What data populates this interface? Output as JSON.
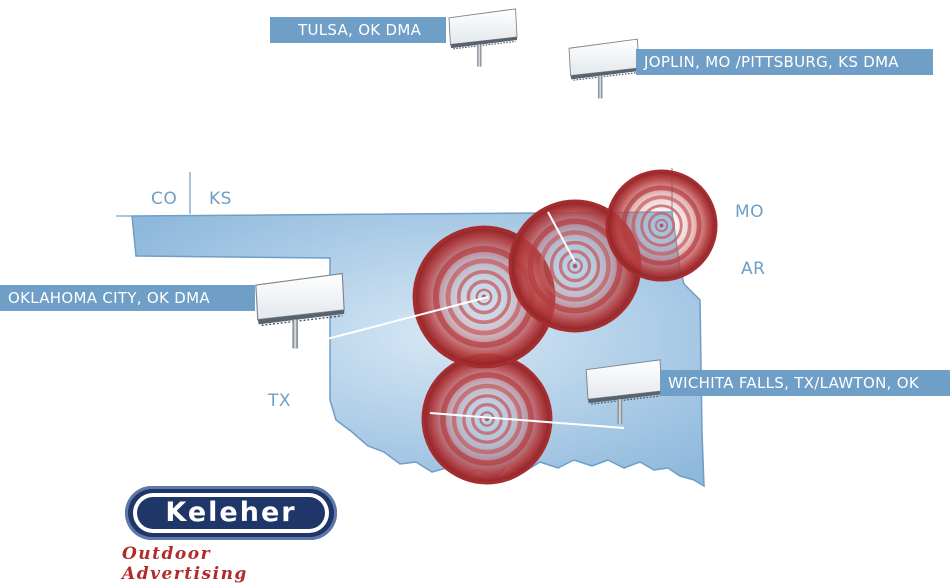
{
  "markets": [
    {
      "label": "TULSA, OK DMA"
    },
    {
      "label": "JOPLIN, MO /PITTSBURG, KS DMA"
    },
    {
      "label": "OKLAHOMA CITY, OK DMA"
    },
    {
      "label": "WICHITA FALLS, TX/LAWTON, OK"
    }
  ],
  "states": {
    "co": "CO",
    "ks": "KS",
    "mo": "MO",
    "ar": "AR",
    "tx": "TX"
  },
  "logo": {
    "name": "Keleher",
    "tagline": "Outdoor Advertising"
  },
  "colors": {
    "state_fill": "#a9cbe6",
    "label_bg": "#6f9ec6",
    "ring": "#b53a3c",
    "logo_navy": "#1f3669"
  },
  "icons": [
    "billboard-icon",
    "signal-rings-icon"
  ]
}
